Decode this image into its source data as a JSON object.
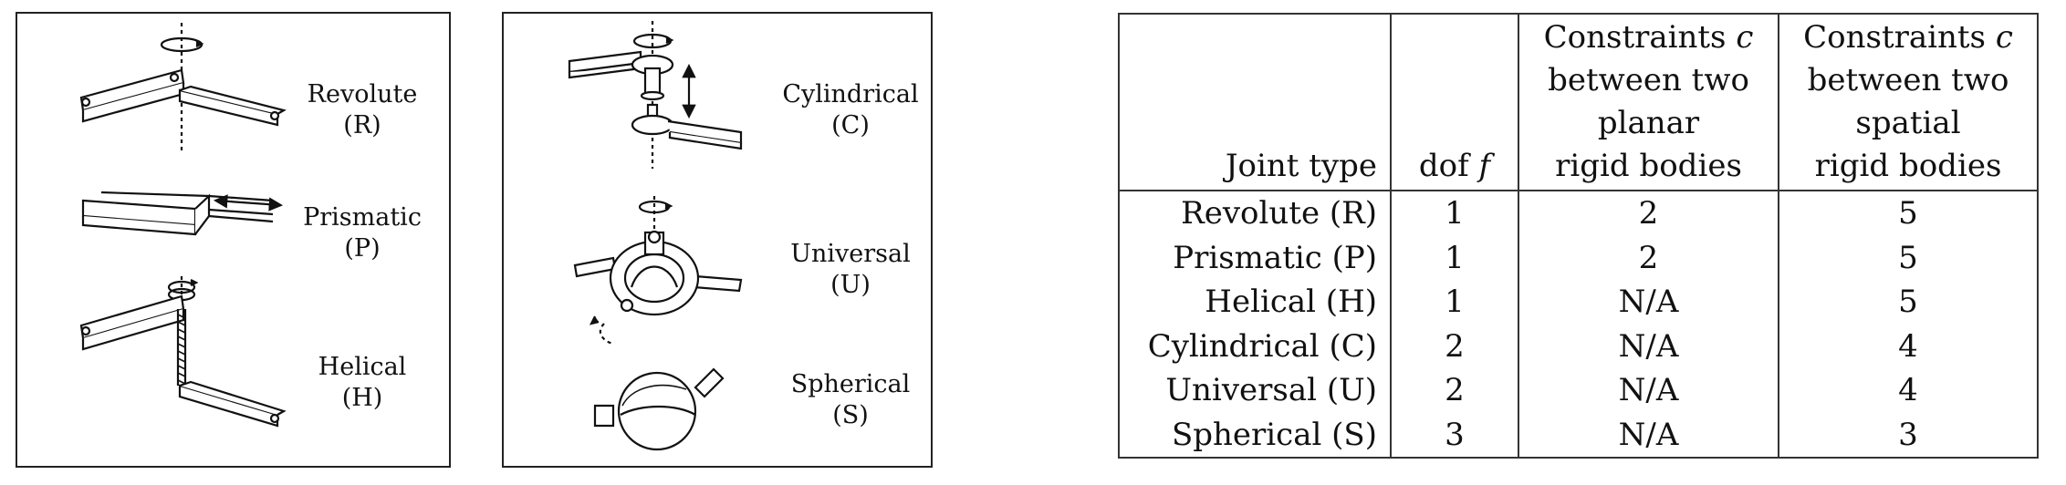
{
  "diagram": {
    "joints_left": [
      {
        "name": "Revolute",
        "abbr": "(R)",
        "icon": "revolute-joint-icon"
      },
      {
        "name": "Prismatic",
        "abbr": "(P)",
        "icon": "prismatic-joint-icon"
      },
      {
        "name": "Helical",
        "abbr": "(H)",
        "icon": "helical-joint-icon"
      }
    ],
    "joints_right": [
      {
        "name": "Cylindrical",
        "abbr": "(C)",
        "icon": "cylindrical-joint-icon"
      },
      {
        "name": "Universal",
        "abbr": "(U)",
        "icon": "universal-joint-icon"
      },
      {
        "name": "Spherical",
        "abbr": "(S)",
        "icon": "spherical-joint-icon"
      }
    ]
  },
  "table": {
    "headers": {
      "joint_type": "Joint type",
      "dof_prefix": "dof",
      "dof_symbol": "f",
      "planar": [
        "Constraints",
        "c",
        "between two",
        "planar",
        "rigid bodies"
      ],
      "spatial": [
        "Constraints",
        "c",
        "between two",
        "spatial",
        "rigid bodies"
      ]
    },
    "rows": [
      {
        "type": "Revolute (R)",
        "dof": "1",
        "planar": "2",
        "spatial": "5"
      },
      {
        "type": "Prismatic (P)",
        "dof": "1",
        "planar": "2",
        "spatial": "5"
      },
      {
        "type": "Helical (H)",
        "dof": "1",
        "planar": "N/A",
        "spatial": "5"
      },
      {
        "type": "Cylindrical (C)",
        "dof": "2",
        "planar": "N/A",
        "spatial": "4"
      },
      {
        "type": "Universal (U)",
        "dof": "2",
        "planar": "N/A",
        "spatial": "4"
      },
      {
        "type": "Spherical (S)",
        "dof": "3",
        "planar": "N/A",
        "spatial": "3"
      }
    ]
  }
}
